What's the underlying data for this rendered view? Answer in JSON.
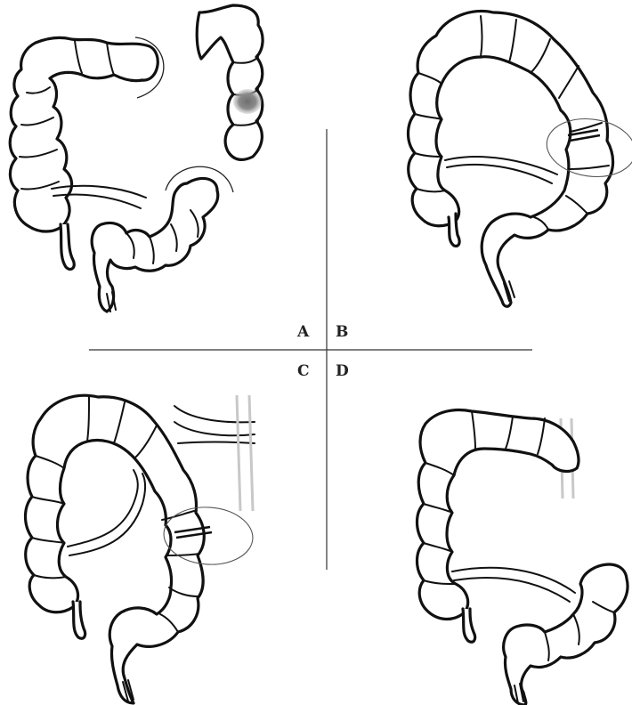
{
  "panels": {
    "a": {
      "label": "A"
    },
    "b": {
      "label": "B"
    },
    "c": {
      "label": "C"
    },
    "d": {
      "label": "D"
    }
  },
  "colors": {
    "outline": "#111111",
    "lesion": "#8a8a8a",
    "ring": "#555555"
  }
}
